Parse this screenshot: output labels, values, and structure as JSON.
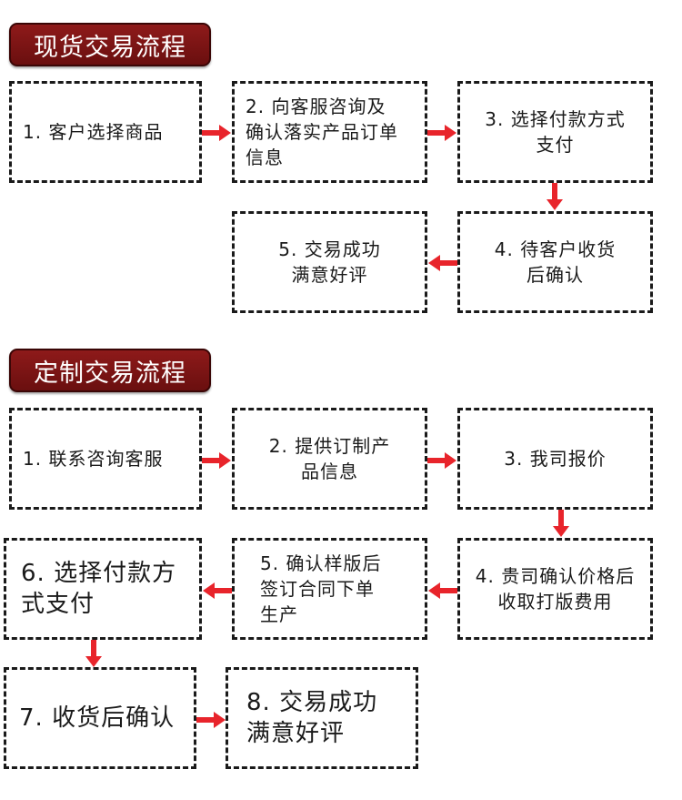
{
  "spot": {
    "title": "现货交易流程",
    "steps": [
      "1. 客户选择商品",
      "2. 向客服咨询及\n确认落实产品订单\n信息",
      "3. 选择付款方式\n支付",
      "4. 待客户收货\n后确认",
      "5. 交易成功\n满意好评"
    ]
  },
  "custom": {
    "title": "定制交易流程",
    "steps": [
      "1. 联系咨询客服",
      "2. 提供订制产\n品信息",
      "3. 我司报价",
      "4. 贵司确认价格后\n收取打版费用",
      "5. 确认样版后\n签订合同下单\n生产",
      "6. 选择付款方\n式支付",
      "7. 收货后确认",
      "8. 交易成功\n满意好评"
    ]
  },
  "colors": {
    "arrow": "#e8242b",
    "title_bg": "#7a1414",
    "border": "#1a1a1a"
  }
}
